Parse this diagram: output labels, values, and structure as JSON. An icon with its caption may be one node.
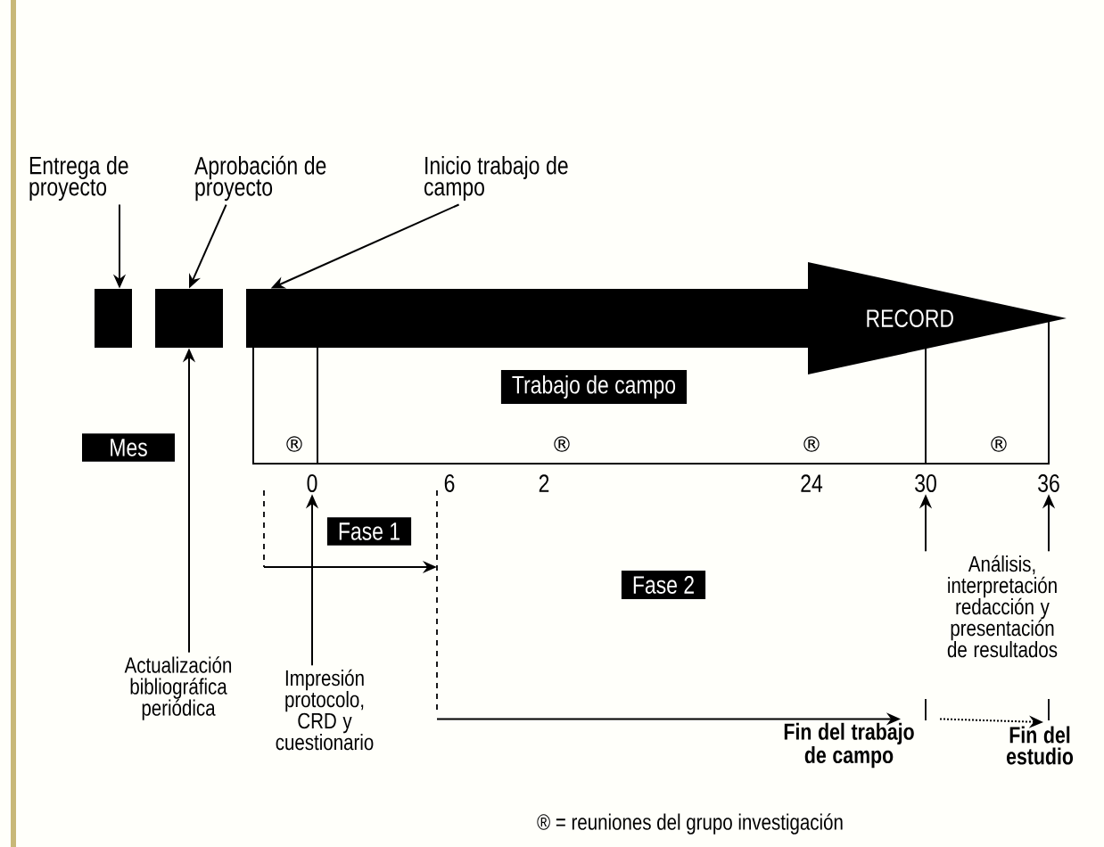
{
  "diagram": {
    "nodes": [
      {
        "text": [
          "Entrega de proyecto"
        ]
      },
      {
        "text": [
          "Aprobación de proyecto"
        ]
      },
      {
        "text": [
          "Inicio trabajo de campo"
        ]
      },
      {
        "text": [],
        "shape": "box"
      },
      {
        "text": [],
        "shape": "box"
      },
      {
        "text": [
          "RECORD"
        ]
      },
      {
        "text": [
          "Trabajo de campo"
        ]
      },
      {
        "text": [
          "Mes"
        ]
      },
      {
        "text": [
          "Fase 1"
        ]
      },
      {
        "text": [
          "Fase 2"
        ]
      },
      {
        "text": [
          "Actualización bibliográfica periódica"
        ]
      },
      {
        "text": [
          "Impresión protocolo, CRD y cuestionario"
        ]
      },
      {
        "text": [
          "Análisis, interpretación redacción y presentación de resultados"
        ]
      },
      {
        "text": [
          "Fin del trabajo de campo"
        ]
      },
      {
        "text": [
          "Fin del estudio"
        ]
      },
      {
        "text": [
          "0"
        ]
      },
      {
        "text": [
          "30"
        ]
      },
      {
        "text": [
          "36"
        ]
      }
    ],
    "edges": [
      {
        "from": 0,
        "to": 3,
        "arrow": "to"
      },
      {
        "from": 1,
        "to": 4,
        "arrow": "to"
      },
      {
        "from": 2,
        "to": 5,
        "arrow": "to"
      },
      {
        "from": 10,
        "to": 4,
        "arrow": "to"
      },
      {
        "from": 11,
        "to": 15,
        "arrow": "to"
      },
      {
        "from": 12,
        "to": 16,
        "arrow": "to"
      },
      {
        "from": 12,
        "to": 17,
        "arrow": "to"
      },
      {
        "from": null,
        "to": 13,
        "arrow": "to"
      },
      {
        "from": 13,
        "to": 14,
        "arrow": "to",
        "style": "dashed"
      }
    ],
    "labels": [
      "®",
      "®",
      "®",
      "®",
      "6",
      "2",
      "24",
      "® = reuniones del grupo investigación"
    ]
  }
}
